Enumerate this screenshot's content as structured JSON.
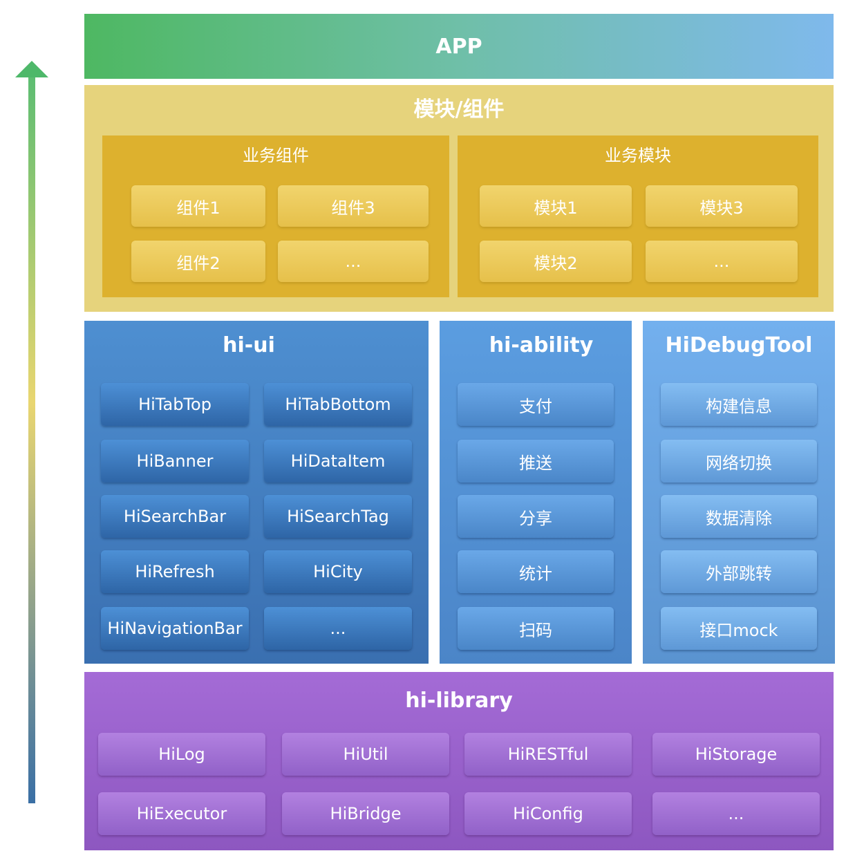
{
  "app": {
    "title": "APP"
  },
  "modules_layer": {
    "title": "模块/组件",
    "business_components": {
      "title": "业务组件",
      "items": [
        "组件1",
        "组件3",
        "组件2",
        "..."
      ]
    },
    "business_modules": {
      "title": "业务模块",
      "items": [
        "模块1",
        "模块3",
        "模块2",
        "..."
      ]
    }
  },
  "hi_ui": {
    "title": "hi-ui",
    "items": [
      "HiTabTop",
      "HiTabBottom",
      "HiBanner",
      "HiDataItem",
      "HiSearchBar",
      "HiSearchTag",
      "HiRefresh",
      "HiCity",
      "HiNavigationBar",
      "..."
    ]
  },
  "hi_ability": {
    "title": "hi-ability",
    "items": [
      "支付",
      "推送",
      "分享",
      "统计",
      "扫码"
    ]
  },
  "hi_debug_tool": {
    "title": "HiDebugTool",
    "items": [
      "构建信息",
      "网络切换",
      "数据清除",
      "外部跳转",
      "接口mock"
    ]
  },
  "hi_library": {
    "title": "hi-library",
    "items": [
      "HiLog",
      "HiUtil",
      "HiRESTful",
      "HiStorage",
      "HiExecutor",
      "HiBridge",
      "HiConfig",
      "..."
    ]
  },
  "colors": {
    "app_bar_start": "#4eb862",
    "app_bar_end": "#7fb9ec",
    "modules_layer": "#e6d37c",
    "modules_panel": "#ddb12e",
    "hi_ui_panel": "#4e8fd1",
    "hi_ability_panel": "#5b9de0",
    "hi_debug_panel": "#73b0ee",
    "hi_library": "#a46bd6"
  }
}
